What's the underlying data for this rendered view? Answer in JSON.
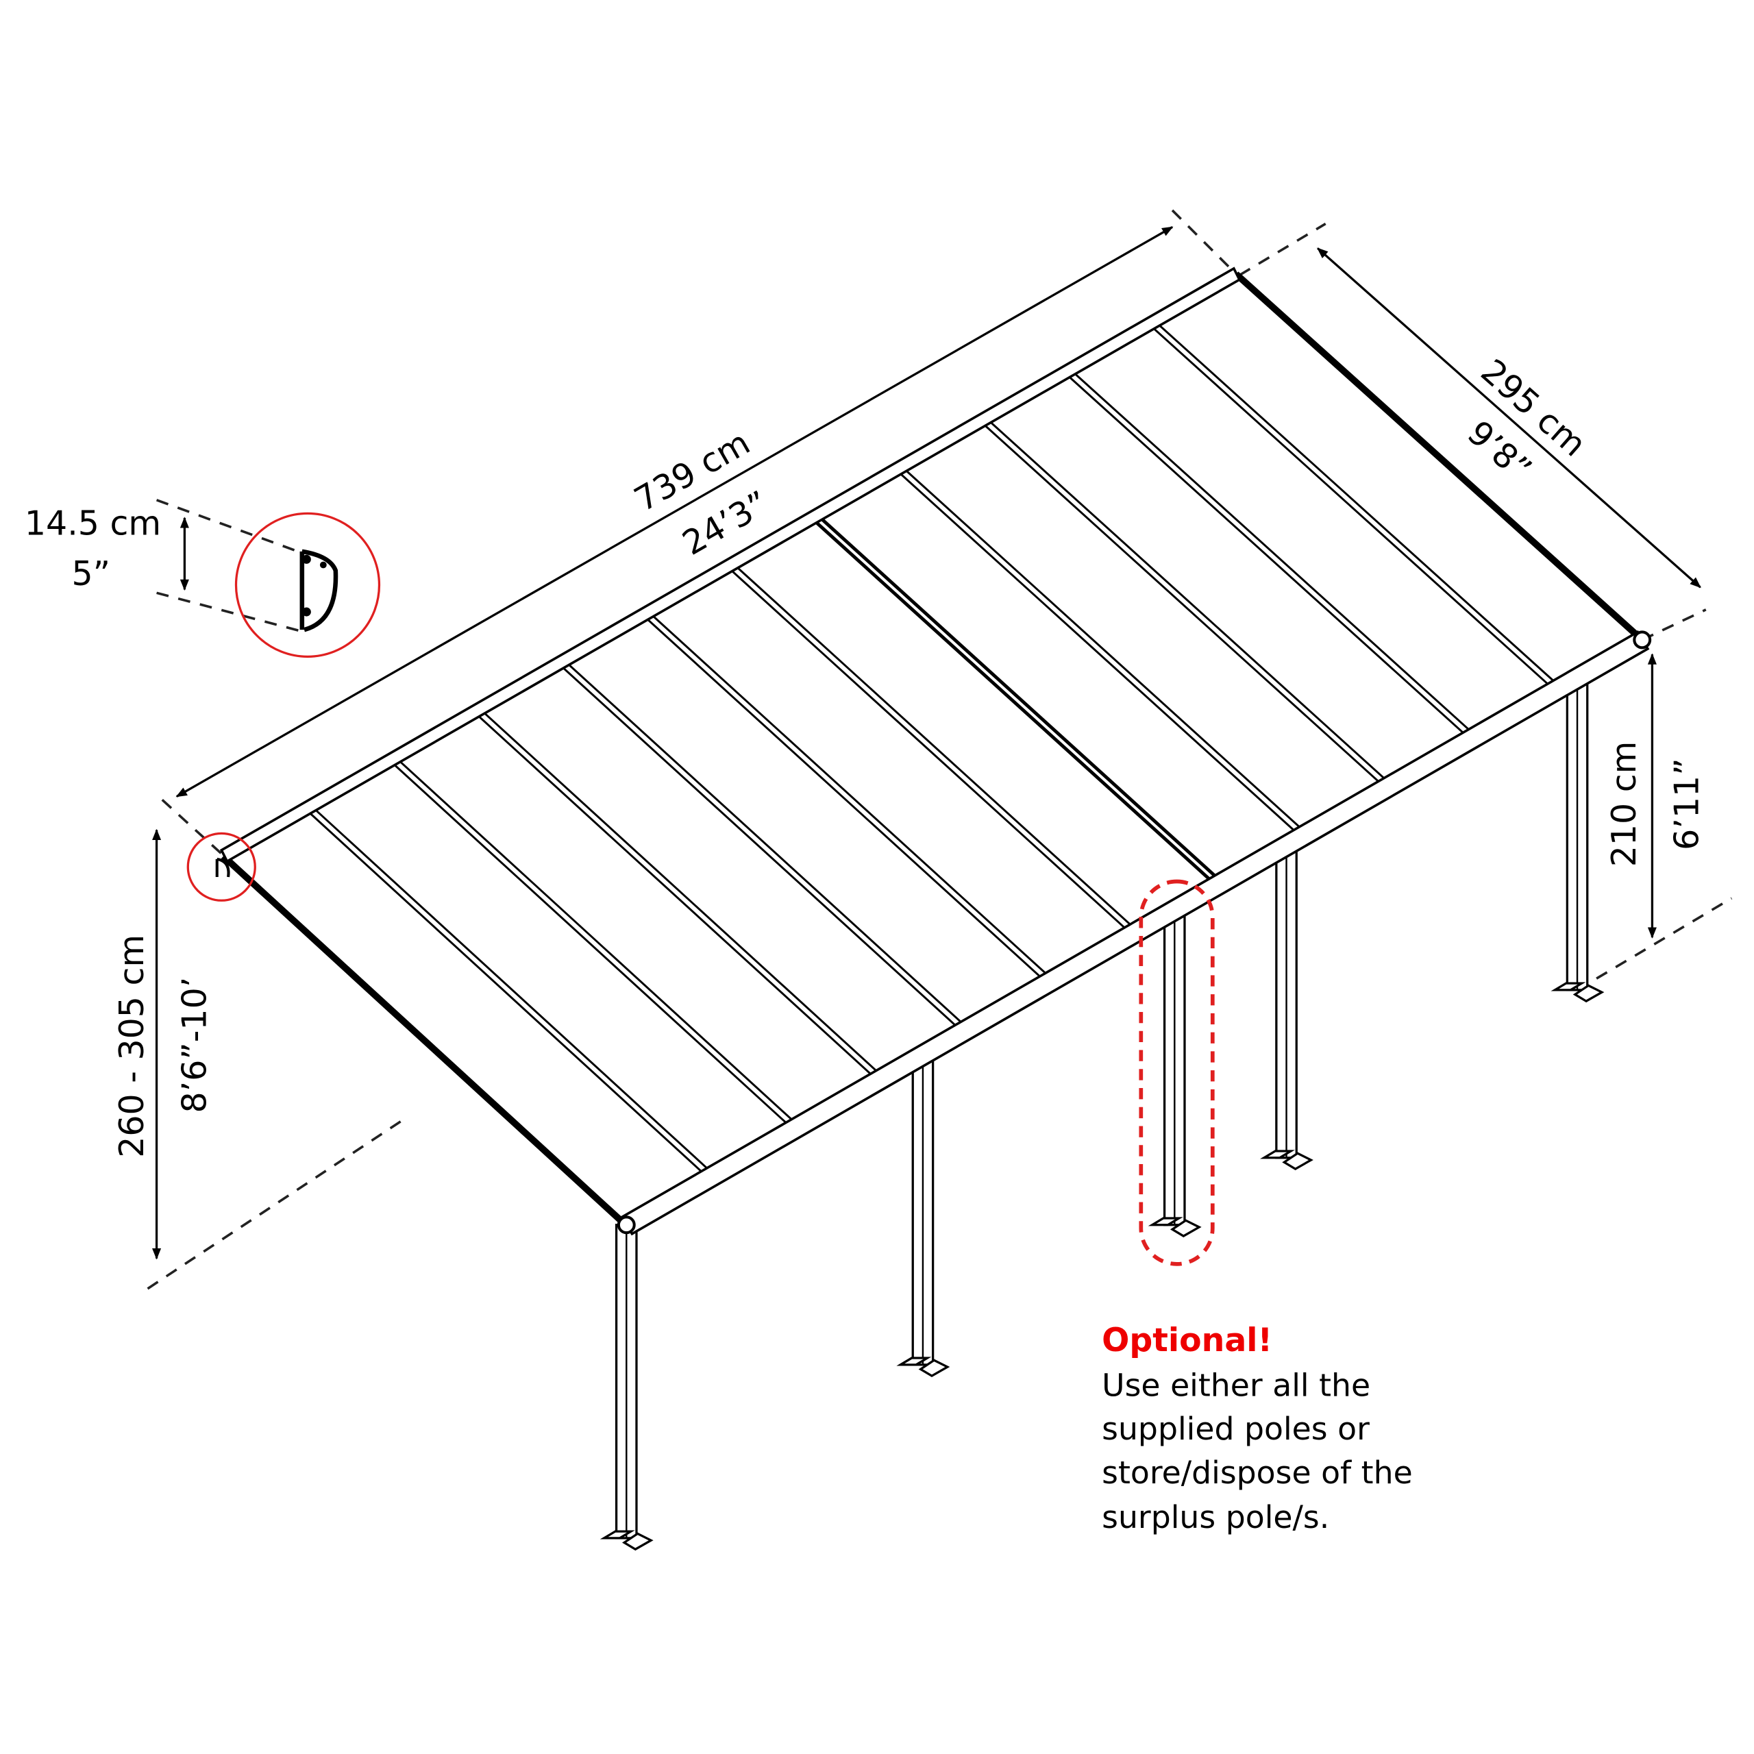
{
  "dimensions": {
    "length_cm": "739 cm",
    "length_ft": "24’3”",
    "width_cm": "295 cm",
    "width_ft": "9’8”",
    "back_height_cm": "260 - 305 cm",
    "back_height_ft": "8’6”-10’",
    "front_height_cm": "210 cm",
    "front_height_ft": "6’11”",
    "profile_cm": "14.5 cm",
    "profile_in": "5”"
  },
  "note": {
    "title": "Optional!",
    "lines": [
      "Use either all the",
      "supplied poles or",
      "store/dispose of the",
      "surplus pole/s."
    ]
  },
  "colors": {
    "highlight": "#e02020",
    "optional_text": "#ee0000",
    "lines": "#000000"
  }
}
